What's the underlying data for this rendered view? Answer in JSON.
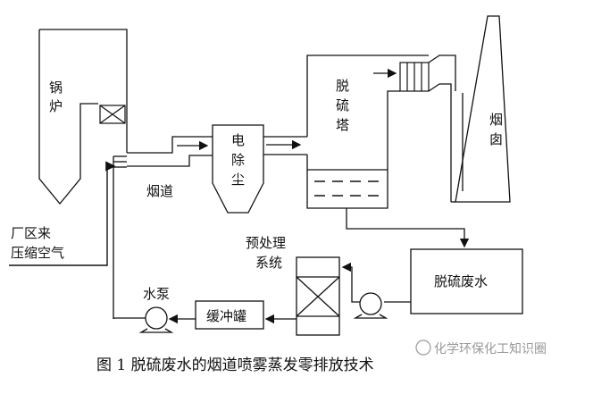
{
  "labels": {
    "boiler": [
      "锅",
      "炉"
    ],
    "precipitator": [
      "电",
      "除",
      "尘"
    ],
    "tower": [
      "脱",
      "硫",
      "塔"
    ],
    "chimney": [
      "烟",
      "囱"
    ],
    "flue": "烟道",
    "air": [
      "厂区来",
      "压缩空气"
    ],
    "pretreat": [
      "预处理",
      "系统"
    ],
    "pump": "水泵",
    "buffer": "缓冲罐",
    "wastewater": "脱硫废水"
  },
  "caption": "图 1   脱硫废水的烟道喷雾蒸发零排放技术",
  "watermark": "化学环保化工知识圈",
  "colors": {
    "line": "#111111",
    "background": "#ffffff",
    "watermark": "#999999"
  }
}
